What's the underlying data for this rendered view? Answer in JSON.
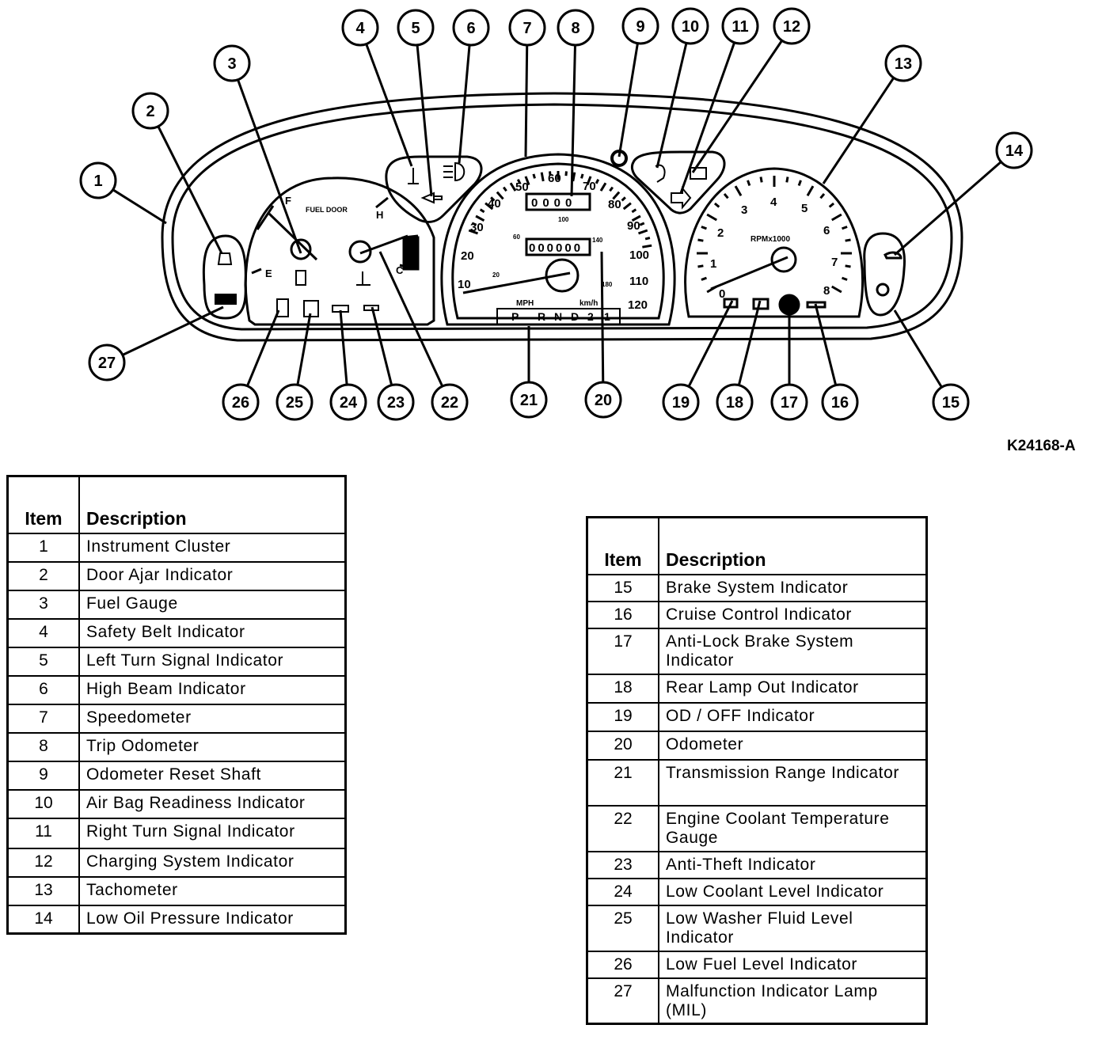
{
  "figure_id": "K24168-A",
  "cluster": {
    "callouts": [
      "1",
      "2",
      "3",
      "4",
      "5",
      "6",
      "7",
      "8",
      "9",
      "10",
      "11",
      "12",
      "13",
      "14",
      "15",
      "16",
      "17",
      "18",
      "19",
      "20",
      "21",
      "22",
      "23",
      "24",
      "25",
      "26",
      "27"
    ],
    "speedometer": {
      "mph_ticks": [
        "10",
        "20",
        "30",
        "40",
        "50",
        "60",
        "70",
        "80",
        "90",
        "100",
        "110",
        "120"
      ],
      "kmh_ticks": [
        "20",
        "60",
        "100",
        "140",
        "180"
      ],
      "units_mph": "MPH",
      "units_kmh": "km/h",
      "trip_digits": "0000",
      "odometer_digits": "000000",
      "prnd": [
        "P",
        "R",
        "N",
        "D",
        "2",
        "1"
      ]
    },
    "fuel_gauge": {
      "full": "F",
      "empty": "E",
      "door_label": "FUEL DOOR"
    },
    "temp_gauge": {
      "hot": "H",
      "cold": "C"
    },
    "tachometer": {
      "ticks": [
        "0",
        "1",
        "2",
        "3",
        "4",
        "5",
        "6",
        "7",
        "8"
      ],
      "label": "RPMx1000"
    }
  },
  "legend_left": {
    "header": {
      "item": "Item",
      "description": "Description"
    },
    "rows": [
      {
        "item": "1",
        "description": "Instrument Cluster"
      },
      {
        "item": "2",
        "description": "Door Ajar Indicator"
      },
      {
        "item": "3",
        "description": "Fuel Gauge"
      },
      {
        "item": "4",
        "description": "Safety Belt Indicator"
      },
      {
        "item": "5",
        "description": "Left Turn Signal Indicator"
      },
      {
        "item": "6",
        "description": "High Beam Indicator"
      },
      {
        "item": "7",
        "description": "Speedometer"
      },
      {
        "item": "8",
        "description": "Trip Odometer"
      },
      {
        "item": "9",
        "description": "Odometer Reset Shaft"
      },
      {
        "item": "10",
        "description": "Air Bag Readiness Indicator"
      },
      {
        "item": "11",
        "description": "Right Turn Signal Indicator"
      },
      {
        "item": "12",
        "description": "Charging System Indicator"
      },
      {
        "item": "13",
        "description": "Tachometer"
      },
      {
        "item": "14",
        "description": "Low Oil Pressure Indicator"
      }
    ]
  },
  "legend_right": {
    "header": {
      "item": "Item",
      "description": "Description"
    },
    "rows": [
      {
        "item": "15",
        "description": "Brake System Indicator"
      },
      {
        "item": "16",
        "description": "Cruise Control Indicator"
      },
      {
        "item": "17",
        "description": "Anti-Lock Brake System Indicator"
      },
      {
        "item": "18",
        "description": "Rear Lamp Out Indicator"
      },
      {
        "item": "19",
        "description": "OD / OFF Indicator"
      },
      {
        "item": "20",
        "description": "Odometer"
      },
      {
        "item": "21",
        "description": "Transmission Range Indicator"
      },
      {
        "item": "22",
        "description": "Engine Coolant Temperature Gauge"
      },
      {
        "item": "23",
        "description": "Anti-Theft Indicator"
      },
      {
        "item": "24",
        "description": "Low Coolant Level Indicator"
      },
      {
        "item": "25",
        "description": "Low Washer Fluid Level Indicator"
      },
      {
        "item": "26",
        "description": "Low Fuel Level Indicator"
      },
      {
        "item": "27",
        "description": "Malfunction Indicator Lamp (MIL)"
      }
    ]
  }
}
